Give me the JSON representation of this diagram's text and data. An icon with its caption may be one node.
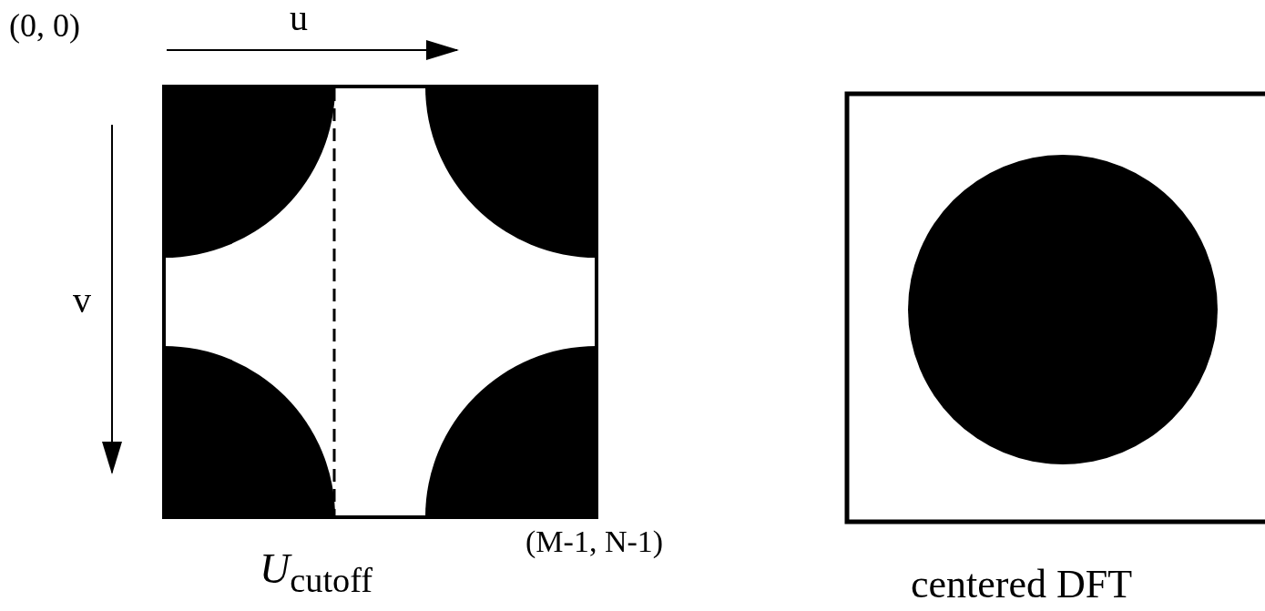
{
  "diagram": {
    "labels": [
      "(0, 0)",
      "u",
      "v",
      "*U*$_{cutoff}$",
      "(M-1, N-1)",
      "centered DFT"
    ]
  }
}
